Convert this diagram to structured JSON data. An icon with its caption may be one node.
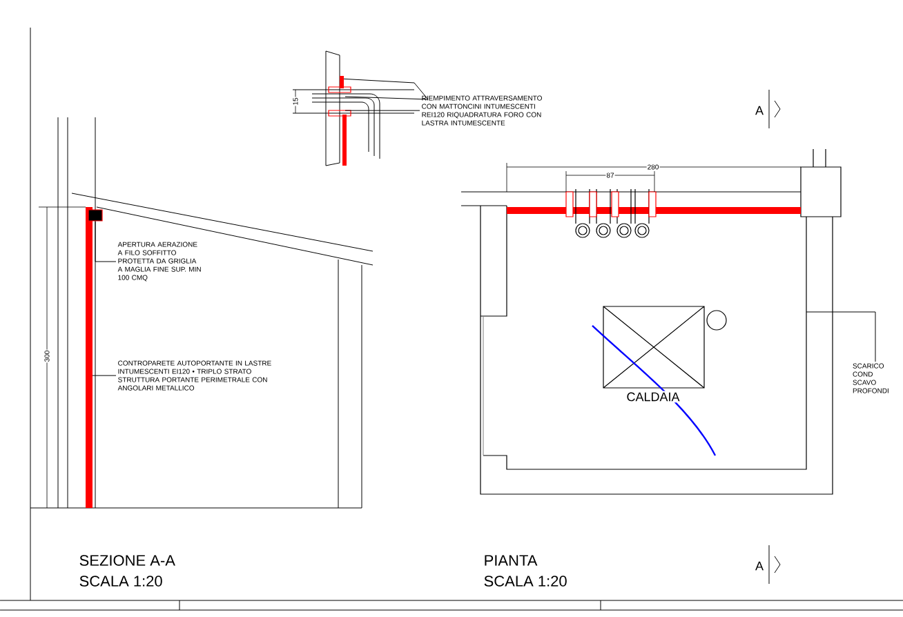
{
  "diagram": {
    "nodes": [
      {
        "text": [
          "RIEMPIMENTO ATTRAVERSAMENTO CON MATTONCINI INTUMESCENTI REI120 RIQUADRATURA FORO CON LASTRA INTUMESCENTE"
        ]
      },
      {
        "text": [],
        "shape": "box"
      },
      {
        "text": [
          "APERTURA AERAZIONE A FILO SOFFITTO PROTETTA DA GRIGLIA A MAGLIA FINE SUP. MIN 100 CMQ"
        ]
      },
      {
        "text": [
          "CONTROPARETE AUTOPORTANTE IN LASTRE INTUMESCENTI EI120 • TRIPLO STRATO STRUTTURA PORTANTE PERIMETRALE CON ANGOLARI METALLICO"
        ]
      },
      {
        "text": [
          "CALDAIA"
        ]
      },
      {
        "text": [
          "SCARICO COND SCAVO PROFONDI"
        ]
      }
    ],
    "edges": [
      {
        "from": 0,
        "to": null,
        "arrow": "none"
      },
      {
        "from": 2,
        "to": 1,
        "arrow": "none"
      },
      {
        "from": 3,
        "to": null,
        "arrow": "none"
      },
      {
        "from": 5,
        "to": null,
        "arrow": "none"
      }
    ],
    "labels": [
      "15",
      "300",
      "280",
      "87",
      "A",
      "SEZIONE A-A",
      "SCALA 1:20",
      "PIANTA",
      "SCALA 1:20",
      "A"
    ]
  }
}
